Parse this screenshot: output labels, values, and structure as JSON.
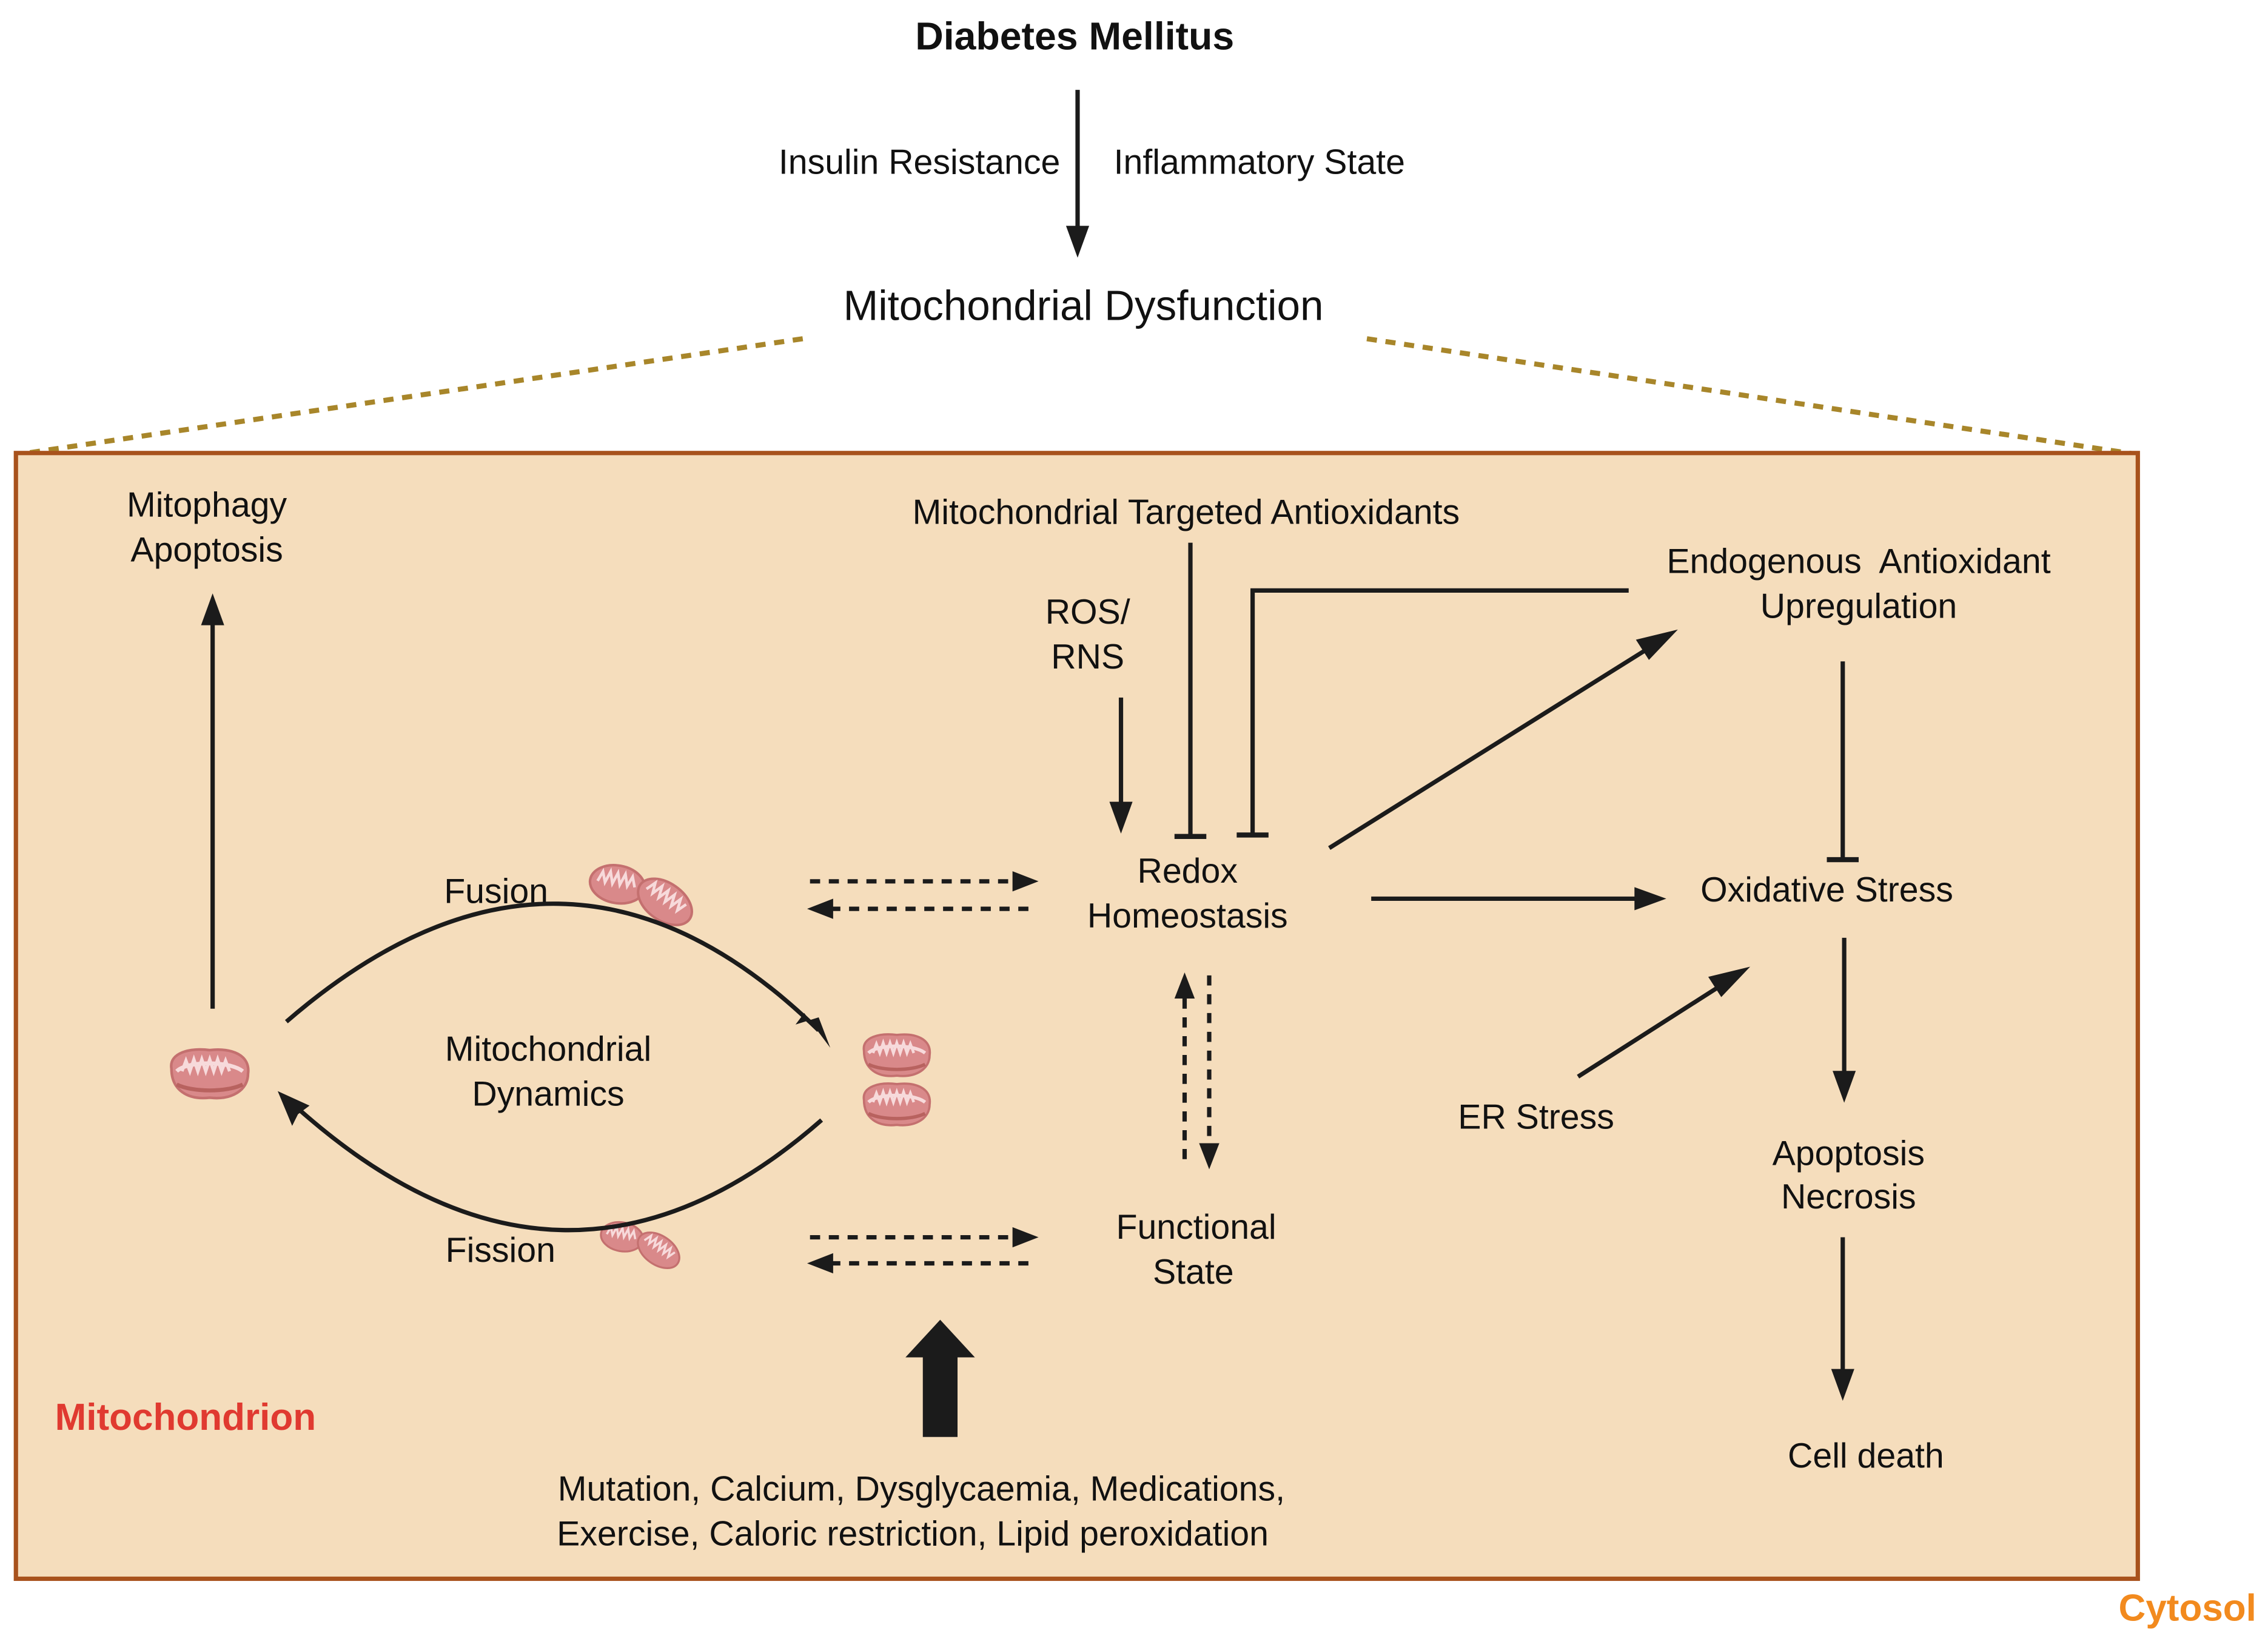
{
  "title": "Diabetes Mellitus",
  "drivers": {
    "left": "Insulin Resistance",
    "right": "Inflammatory State"
  },
  "dysfunction": "Mitochondrial Dysfunction",
  "compartments": {
    "inner": "Mitochondrion",
    "outer": "Cytosol"
  },
  "colors": {
    "box_fill": "#F5DDBC",
    "box_border": "#A8521C",
    "zoom_dashes": "#A8862A",
    "mitochondrion_label": "#E03A30",
    "cytosol_label": "#F28A1E",
    "organelle": "#D9898A"
  },
  "nodes": {
    "mitophagy": [
      "Mitophagy",
      "Apoptosis"
    ],
    "fusion": "Fusion",
    "fission": "Fission",
    "dynamics": [
      "Mitochondrial",
      "Dynamics"
    ],
    "targeted_antioxidants": "Mitochondrial Targeted Antioxidants",
    "ros": [
      "ROS/",
      "RNS"
    ],
    "redox": [
      "Redox",
      "Homeostasis"
    ],
    "functional": [
      "Functional",
      "State"
    ],
    "endogenous": [
      "Endogenous  Antioxidant",
      "Upregulation"
    ],
    "oxidative": "Oxidative Stress",
    "er_stress": "ER Stress",
    "apoptosis_necrosis": [
      "Apoptosis",
      "Necrosis"
    ],
    "cell_death": "Cell death",
    "modulators": [
      "Mutation, Calcium, Dysglycaemia, Medications,",
      "Exercise, Caloric restriction, Lipid peroxidation"
    ]
  },
  "edges": [
    {
      "from": "Diabetes Mellitus",
      "to": "Mitochondrial Dysfunction",
      "type": "activates"
    },
    {
      "from": "Mitochondrial Dynamics",
      "to": "Mitophagy/Apoptosis",
      "type": "activates"
    },
    {
      "from": "Fusion",
      "to": "Fused mitochondria",
      "type": "activates"
    },
    {
      "from": "Fission",
      "to": "Single mitochondrion",
      "type": "activates"
    },
    {
      "from": "Mitochondrial Dynamics",
      "to": "Redox Homeostasis",
      "type": "bidirectional-dashed"
    },
    {
      "from": "Mitochondrial Dynamics",
      "to": "Functional State",
      "type": "bidirectional-dashed"
    },
    {
      "from": "Redox Homeostasis",
      "to": "Functional State",
      "type": "bidirectional-dashed"
    },
    {
      "from": "ROS/RNS",
      "to": "Redox Homeostasis",
      "type": "activates"
    },
    {
      "from": "Mitochondrial Targeted Antioxidants",
      "to": "Redox Homeostasis",
      "type": "inhibits"
    },
    {
      "from": "Endogenous Antioxidant Upregulation",
      "to": "Redox Homeostasis",
      "type": "inhibits"
    },
    {
      "from": "Redox Homeostasis",
      "to": "Endogenous Antioxidant Upregulation",
      "type": "activates"
    },
    {
      "from": "Redox Homeostasis",
      "to": "Oxidative Stress",
      "type": "activates"
    },
    {
      "from": "Endogenous Antioxidant Upregulation",
      "to": "Oxidative Stress",
      "type": "inhibits"
    },
    {
      "from": "ER Stress",
      "to": "Oxidative Stress",
      "type": "activates"
    },
    {
      "from": "Oxidative Stress",
      "to": "Apoptosis/Necrosis",
      "type": "activates"
    },
    {
      "from": "Apoptosis/Necrosis",
      "to": "Cell death",
      "type": "activates"
    },
    {
      "from": "Modulators",
      "to": "Functional State",
      "type": "activates-strong"
    }
  ]
}
